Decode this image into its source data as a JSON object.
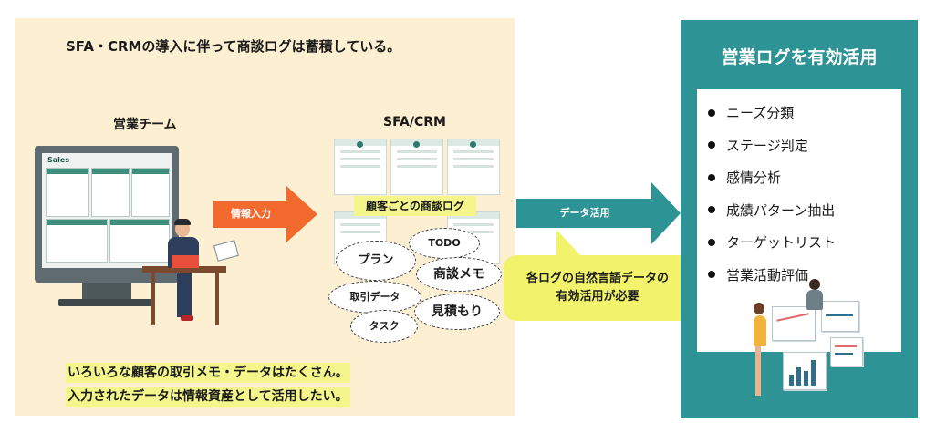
{
  "heading": "SFA・CRMの導入に伴って商談ログは蓄積している。",
  "team_label": "営業チーム",
  "sfa_label": "SFA/CRM",
  "screen_label": "Sales",
  "arrow_input": "情報入力",
  "category_label": "顧客ごとの商談ログ",
  "clouds": {
    "todo": "TODO",
    "plan": "プラン",
    "memo": "商談メモ",
    "torihiki": "取引データ",
    "estimate": "見積もり",
    "task": "タスク"
  },
  "arrow_data": "データ活用",
  "bubble": {
    "line1": "各ログの自然言語データの",
    "line2": "有効活用が必要"
  },
  "bottom": {
    "line1": "いろいろな顧客の取引メモ・データはたくさん。",
    "line2": "入力されたデータは情報資産として活用したい。"
  },
  "right_panel": {
    "title": "営業ログを有効活用",
    "items": [
      "ニーズ分類",
      "ステージ判定",
      "感情分析",
      "成績パターン抽出",
      "ターゲットリスト",
      "営業活動評価"
    ]
  },
  "colors": {
    "left_bg": "#fdf0d2",
    "orange": "#f26a2e",
    "teal": "#2e9395",
    "yellow": "#f2f36a"
  }
}
